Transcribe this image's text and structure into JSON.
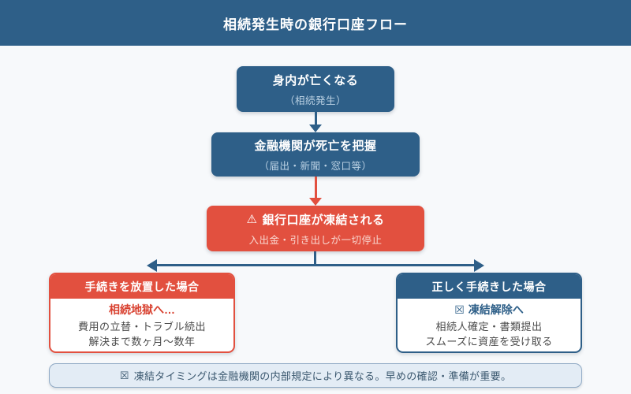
{
  "colors": {
    "navy": "#2e5f88",
    "red": "#e2503f",
    "background": "#f7f9fb",
    "note_background": "#e3ecf5",
    "note_border": "#8fa9c4"
  },
  "header": {
    "title": "相続発生時の銀行口座フロー"
  },
  "flow": {
    "step1": {
      "title": "身内が亡くなる",
      "subtitle": "（相続発生）"
    },
    "step2": {
      "title": "金融機関が死亡を把握",
      "subtitle": "（届出・新聞・窓口等）"
    },
    "step3": {
      "icon": "⚠",
      "title": "銀行口座が凍結される",
      "subtitle": "入出金・引き出しが一切停止"
    },
    "left_branch": {
      "header": "手続きを放置した場合",
      "headline": "相続地獄へ…",
      "lines": [
        "費用の立替・トラブル続出",
        "解決まで数ヶ月〜数年"
      ]
    },
    "right_branch": {
      "header": "正しく手続きした場合",
      "headline_icon": "☒",
      "headline": "凍結解除へ",
      "lines": [
        "相続人確定・書類提出",
        "スムーズに資産を受け取る"
      ]
    }
  },
  "note": {
    "icon": "☒",
    "text": "凍結タイミングは金融機関の内部規定により異なる。早めの確認・準備が重要。"
  }
}
